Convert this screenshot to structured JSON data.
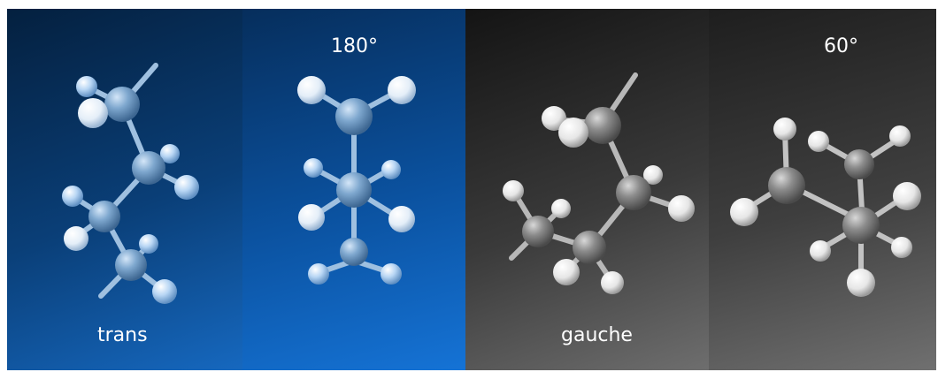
{
  "panels": [
    {
      "id": "trans",
      "bottom_label": "trans",
      "top_label": ""
    },
    {
      "id": "trans-newman",
      "bottom_label": "",
      "top_label": "180°"
    },
    {
      "id": "gauche",
      "bottom_label": "gauche",
      "top_label": ""
    },
    {
      "id": "gauche-newman",
      "bottom_label": "",
      "top_label": "60°"
    }
  ],
  "colors": {
    "blue_background": "#0b4a92",
    "gray_background": "#3c3c3c",
    "blue_carbon": "#7fa8cf",
    "blue_hydrogen": "#a9ccf0",
    "gray_carbon": "#8c8c8c",
    "gray_hydrogen": "#e6e6e6",
    "label_text": "#ffffff"
  }
}
